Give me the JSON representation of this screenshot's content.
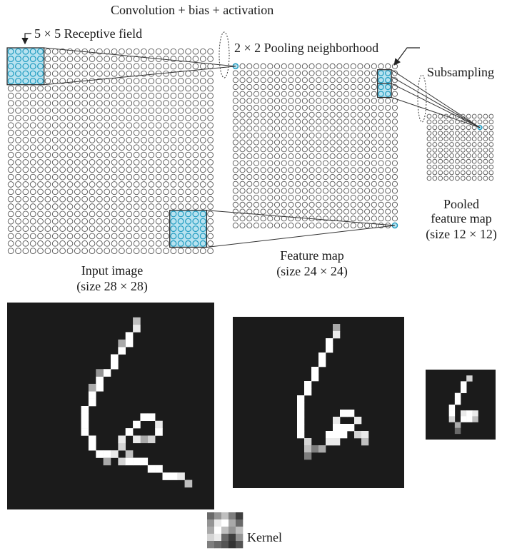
{
  "labels": {
    "convolution": "Convolution + bias + activation",
    "receptive_field": "5 × 5 Receptive field",
    "pooling_neighborhood": "2 × 2 Pooling neighborhood",
    "subsampling": "Subsampling",
    "pooled_title": "Pooled",
    "pooled_subtitle": "feature map",
    "pooled_size": "(size 12 × 12)",
    "feature_title": "Feature map",
    "feature_size": "(size 24 × 24)",
    "input_title": "Input image",
    "input_size": "(size  28 × 28)",
    "kernel": "Kernel"
  },
  "grids": {
    "input": {
      "rows": 28,
      "cols": 28
    },
    "feature": {
      "rows": 24,
      "cols": 24
    },
    "pooled": {
      "rows": 12,
      "cols": 12
    },
    "receptive_field": 5,
    "pooling_neighborhood": 2
  },
  "colors": {
    "neuron": "#555555",
    "highlight_fill": "#b9e3f0",
    "highlight_ring": "#1f9bc0",
    "connector": "#333333",
    "image_bg": "#1b1b1b"
  }
}
